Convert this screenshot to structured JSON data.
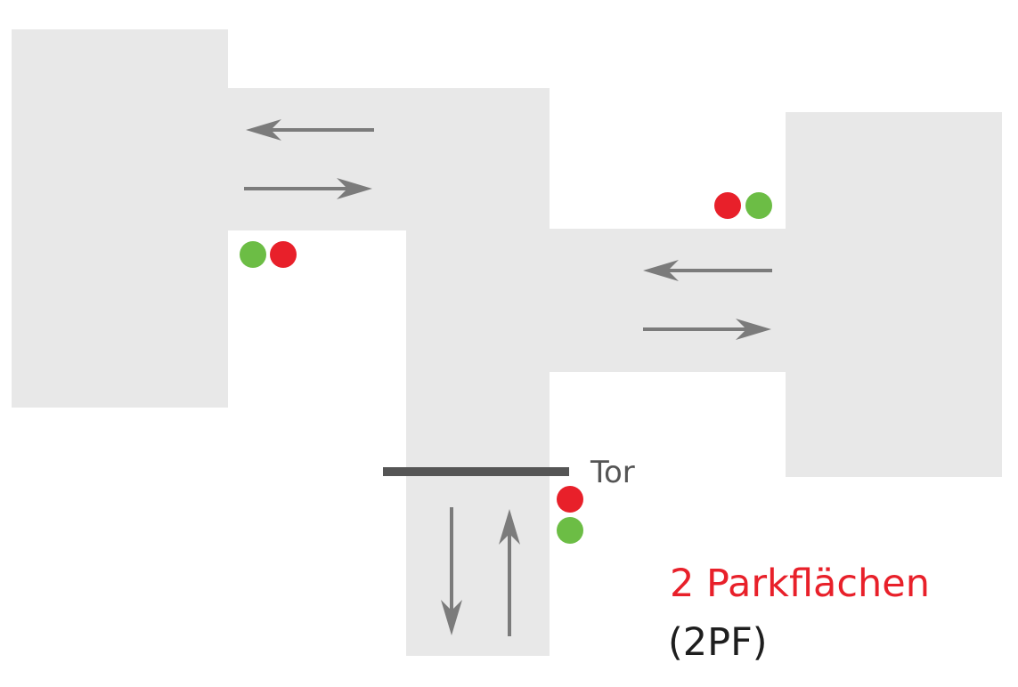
{
  "colors": {
    "background": "#ffffff",
    "area": "#e8e8e8",
    "arrow": "#7b7b7b",
    "gate": "#555555",
    "gate_label": "#555555",
    "light_red": "#e8202a",
    "light_green": "#6cbd45",
    "title_red": "#e8202a",
    "subtitle": "#1e1e1e"
  },
  "gate": {
    "label": "Tor"
  },
  "traffic_lights": [
    {
      "name": "left-area-lights",
      "order": [
        "green",
        "red"
      ]
    },
    {
      "name": "right-area-lights",
      "order": [
        "red",
        "green"
      ]
    },
    {
      "name": "gate-lights",
      "order": [
        "red",
        "green"
      ]
    }
  ],
  "arrows": [
    {
      "name": "top-corridor-arrow-left",
      "direction": "left"
    },
    {
      "name": "top-corridor-arrow-right",
      "direction": "right"
    },
    {
      "name": "right-corridor-arrow-left",
      "direction": "left"
    },
    {
      "name": "right-corridor-arrow-right",
      "direction": "right"
    },
    {
      "name": "entrance-arrow-down",
      "direction": "down"
    },
    {
      "name": "entrance-arrow-up",
      "direction": "up"
    }
  ],
  "legend": {
    "title": "2 Parkflächen",
    "subtitle": "(2PF)"
  }
}
